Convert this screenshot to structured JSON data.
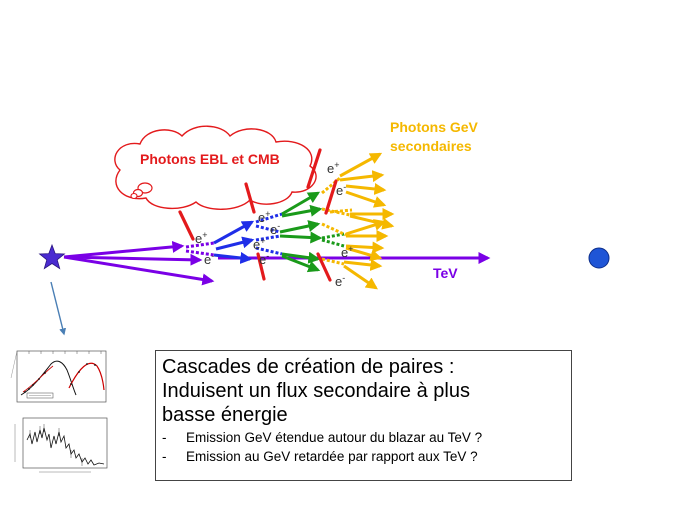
{
  "labels": {
    "cloud": "Photons EBL et CMB",
    "gev_line1": "Photons GeV",
    "gev_line2": "secondaires",
    "tev": "TeV",
    "pair_plus": "e",
    "plus_sign": "+",
    "pair_minus": "e",
    "minus_sign": "-"
  },
  "text_box": {
    "heading_line1": "Cascades de création de paires :",
    "heading_line2": "Induisent un flux secondaire à plus",
    "heading_line3": "basse énergie",
    "bullet_marker": "-",
    "bullets": [
      "Emission GeV étendue autour du blazar au TeV ?",
      "Emission au GeV retardée par rapport aux TeV ?"
    ]
  },
  "colors": {
    "ebl_photons": "#e31a1c",
    "gev_photons": "#f5b800",
    "tev_photons": "#7a00e6",
    "pairs_gen1": "#7a00e6",
    "pairs_gen2": "#1f2ee8",
    "pairs_gen3": "#1a9a1a",
    "source_star": "#4a2bd0",
    "observer": "#1f55d6"
  }
}
